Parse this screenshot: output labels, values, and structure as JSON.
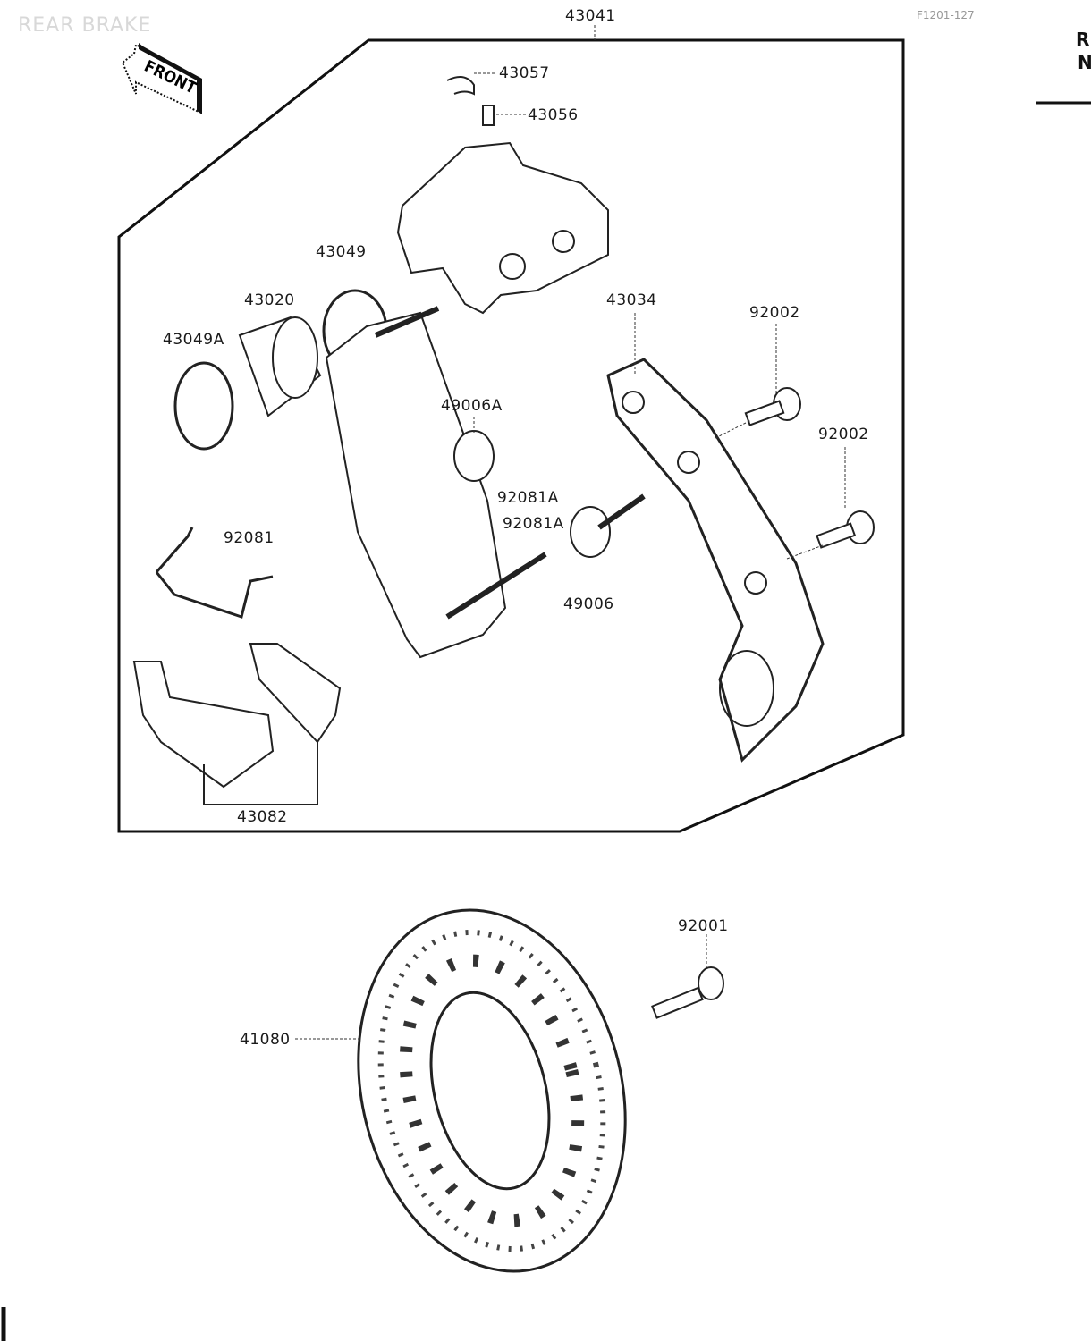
{
  "title": "REAR BRAKE",
  "figure_code": "F1201-127",
  "front_arrow_label": "FRONT",
  "side_header": [
    "R",
    "N"
  ],
  "parts": {
    "p43041": "43041",
    "p43057": "43057",
    "p43056": "43056",
    "p43049": "43049",
    "p43020": "43020",
    "p43049A": "43049A",
    "p43034": "43034",
    "p92002a": "92002",
    "p92002b": "92002",
    "p49006A": "49006A",
    "p92081A1": "92081A",
    "p92081A2": "92081A",
    "p92081": "92081",
    "p49006": "49006",
    "p43082": "43082",
    "p92001": "92001",
    "p41080": "41080"
  }
}
